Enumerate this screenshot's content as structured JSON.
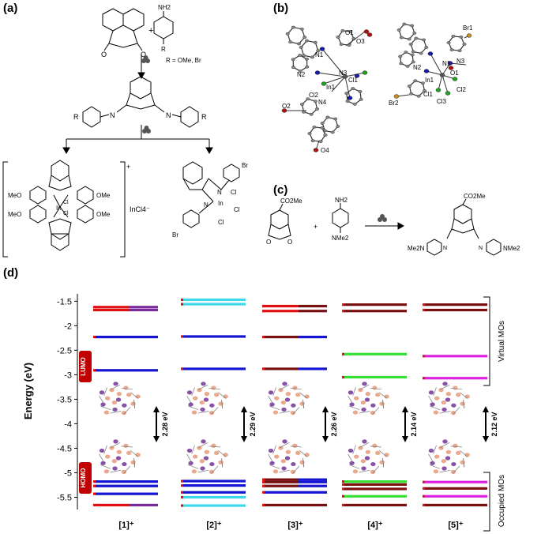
{
  "panels": {
    "a": "(a)",
    "b": "(b)",
    "c": "(c)",
    "d": "(d)"
  },
  "panel_a": {
    "substituent_note": "R = OMe, Br",
    "nh2": "NH2",
    "r_label": "R",
    "ligand_r_left": "R",
    "ligand_r_right": "R",
    "n_left": "N",
    "n_right": "N",
    "complex1_counterion": "InCl4⁻",
    "complex1_charge": "+",
    "ome_labels": [
      "MeO",
      "OMe",
      "MeO",
      "OMe"
    ],
    "complex1_center": "In",
    "complex1_cl": [
      "Cl",
      "Cl"
    ],
    "complex2_br": [
      "Br",
      "Br"
    ],
    "complex2_center": "In",
    "complex2_cl": [
      "Cl",
      "Cl",
      "Cl"
    ],
    "complex2_n": [
      "N",
      "N"
    ]
  },
  "panel_b": {
    "left_atoms": [
      "O1",
      "O3",
      "N1",
      "N2",
      "N3",
      "Cl1",
      "In1",
      "Cl2",
      "O2",
      "N4",
      "O4"
    ],
    "right_atoms": [
      "Br1",
      "N2",
      "N1",
      "N3",
      "O1",
      "In1",
      "Cl2",
      "Cl1",
      "Cl3",
      "Br2"
    ]
  },
  "panel_c": {
    "ester_left": "CO2Me",
    "nh2": "NH2",
    "nme2": "NMe2",
    "ester_right": "CO2Me",
    "product_left": "Me2N",
    "product_right": "NMe2"
  },
  "panel_d": {
    "ylabel": "Energy (eV)",
    "yticks": [
      "-1.5",
      "-2",
      "-2.5",
      "-3",
      "-3.5",
      "-4",
      "-4.5",
      "-5",
      "-5.5"
    ],
    "lumo_label": "LUMO",
    "homo_label": "HOMO",
    "virtual_label": "Virtual MOs",
    "occupied_label": "Occupied MOs",
    "gaps": [
      "2.28 eV",
      "2.29 eV",
      "2.26 eV",
      "2.14 eV",
      "2.12 eV"
    ],
    "compounds": [
      "[1]⁺",
      "[2]⁺",
      "[3]⁺",
      "[4]⁺",
      "[5]⁺"
    ]
  },
  "colors": {
    "blue": "#1414d2",
    "purple": "#7a2a9a",
    "red": "#e01010",
    "cyan": "#3fd8e8",
    "darkred": "#7a0f0f",
    "green": "#33e033",
    "magenta": "#e020e0",
    "badge": "#c00000"
  },
  "chart_data": {
    "type": "energy-level diagram",
    "ylabel": "Energy (eV)",
    "ylim": [
      -5.75,
      -1.35
    ],
    "categories": [
      "[1]⁺",
      "[2]⁺",
      "[3]⁺",
      "[4]⁺",
      "[5]⁺"
    ],
    "series": [
      {
        "levels": [
          -1.62,
          -1.68,
          -2.23,
          -2.91,
          -5.18,
          -5.27,
          -5.43,
          -5.66
        ],
        "gap": 2.28
      },
      {
        "levels": [
          -1.47,
          -1.56,
          -2.22,
          -2.88,
          -5.17,
          -5.26,
          -5.4,
          -5.5,
          -5.67
        ],
        "gap": 2.29
      },
      {
        "levels": [
          -1.6,
          -1.7,
          -2.23,
          -2.88,
          -5.14,
          -5.19,
          -5.27,
          -5.4,
          -5.66
        ],
        "gap": 2.26
      },
      {
        "levels": [
          -1.57,
          -1.7,
          -2.58,
          -3.05,
          -5.18,
          -5.24,
          -5.33,
          -5.48,
          -5.66
        ],
        "gap": 2.14
      },
      {
        "levels": [
          -1.57,
          -1.68,
          -2.62,
          -3.07,
          -5.19,
          -5.32,
          -5.48,
          -5.66
        ],
        "gap": 2.12
      }
    ]
  }
}
